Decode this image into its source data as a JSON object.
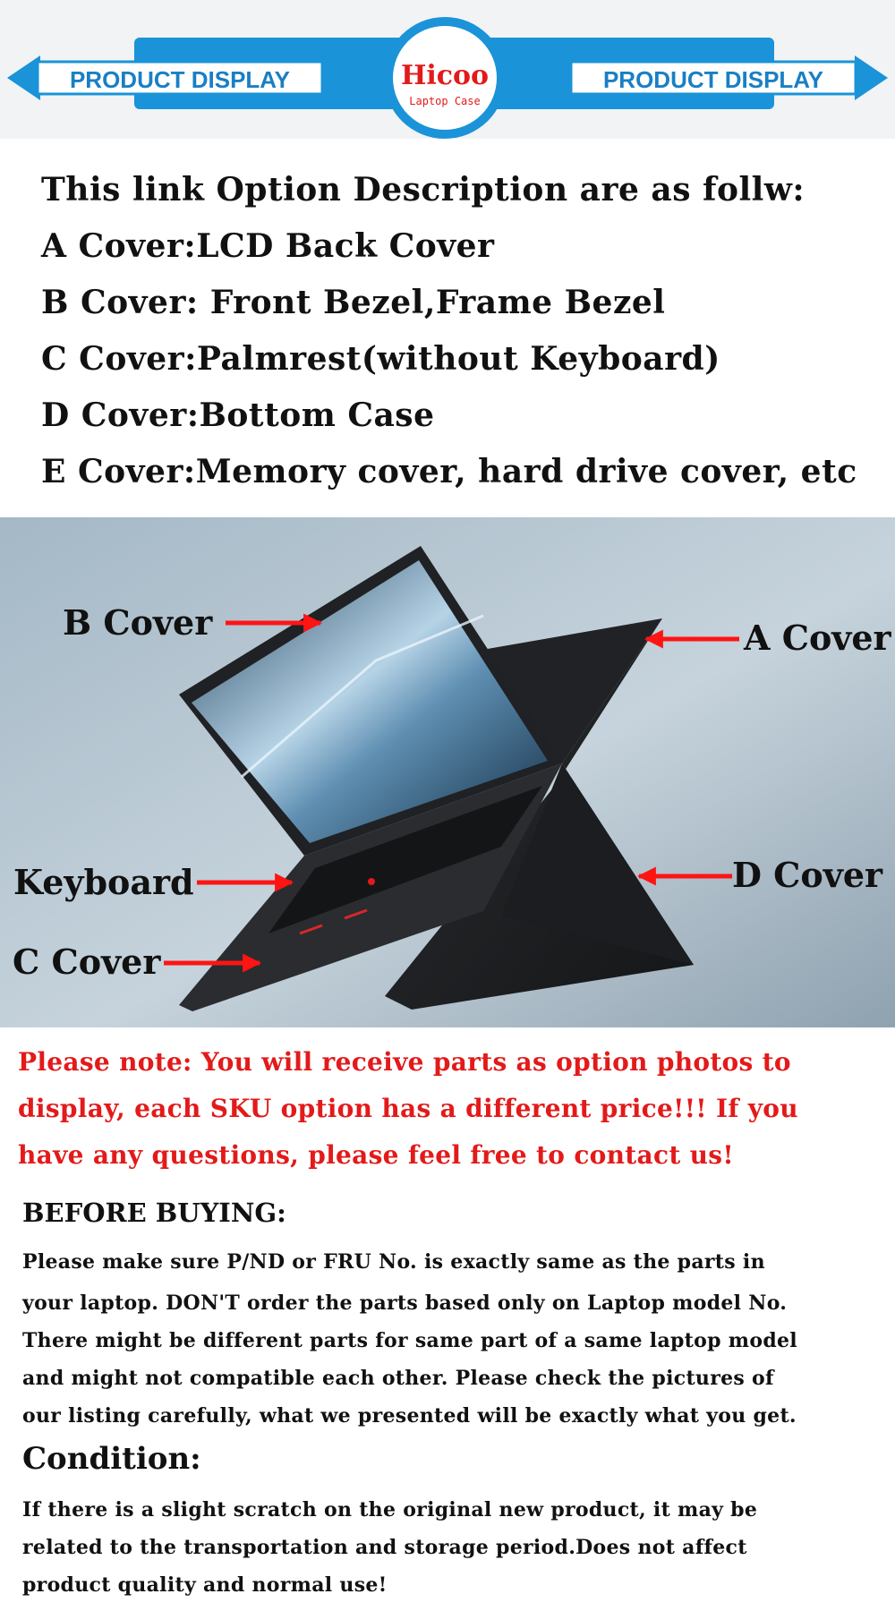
{
  "banner": {
    "left_label": "PRODUCT DISPLAY",
    "right_label": "PRODUCT DISPLAY",
    "logo_title": "Hicoo",
    "logo_subtitle": "Laptop Case",
    "colors": {
      "blue": "#1a93d8",
      "red": "#e31a1a"
    }
  },
  "options": {
    "heading": "This link Option Description are as follw:",
    "items": [
      "A Cover:LCD Back Cover",
      "B Cover: Front Bezel,Frame Bezel",
      "C Cover:Palmrest(without Keyboard)",
      "D Cover:Bottom Case",
      "E Cover:Memory cover, hard drive cover, etc"
    ]
  },
  "diagram": {
    "b_cover": "B Cover",
    "a_cover": "A Cover",
    "keyboard": "Keyboard",
    "d_cover": "D Cover",
    "c_cover": "C Cover"
  },
  "note": {
    "lines": [
      "Please note: You will receive parts as option photos to",
      " display, each SKU option has a different price!!! If you",
      "have any questions, please feel free to contact us!"
    ]
  },
  "before_buying": {
    "heading": "BEFORE BUYING:",
    "lines": [
      "Please make sure P/ND or FRU No. is exactly same as the parts in",
      "your laptop. DON'T order the parts based only on Laptop model No.",
      "There might be different parts for same part of a same laptop model",
      " and might not compatible each other. Please check the pictures of",
      "our listing carefully, what we presented will be exactly what you get."
    ]
  },
  "condition": {
    "heading": "Condition:",
    "lines": [
      "If there is a slight scratch on the original new product, it may be",
      "related to the transportation and storage period.Does not affect",
      "product quality and normal use!"
    ]
  }
}
